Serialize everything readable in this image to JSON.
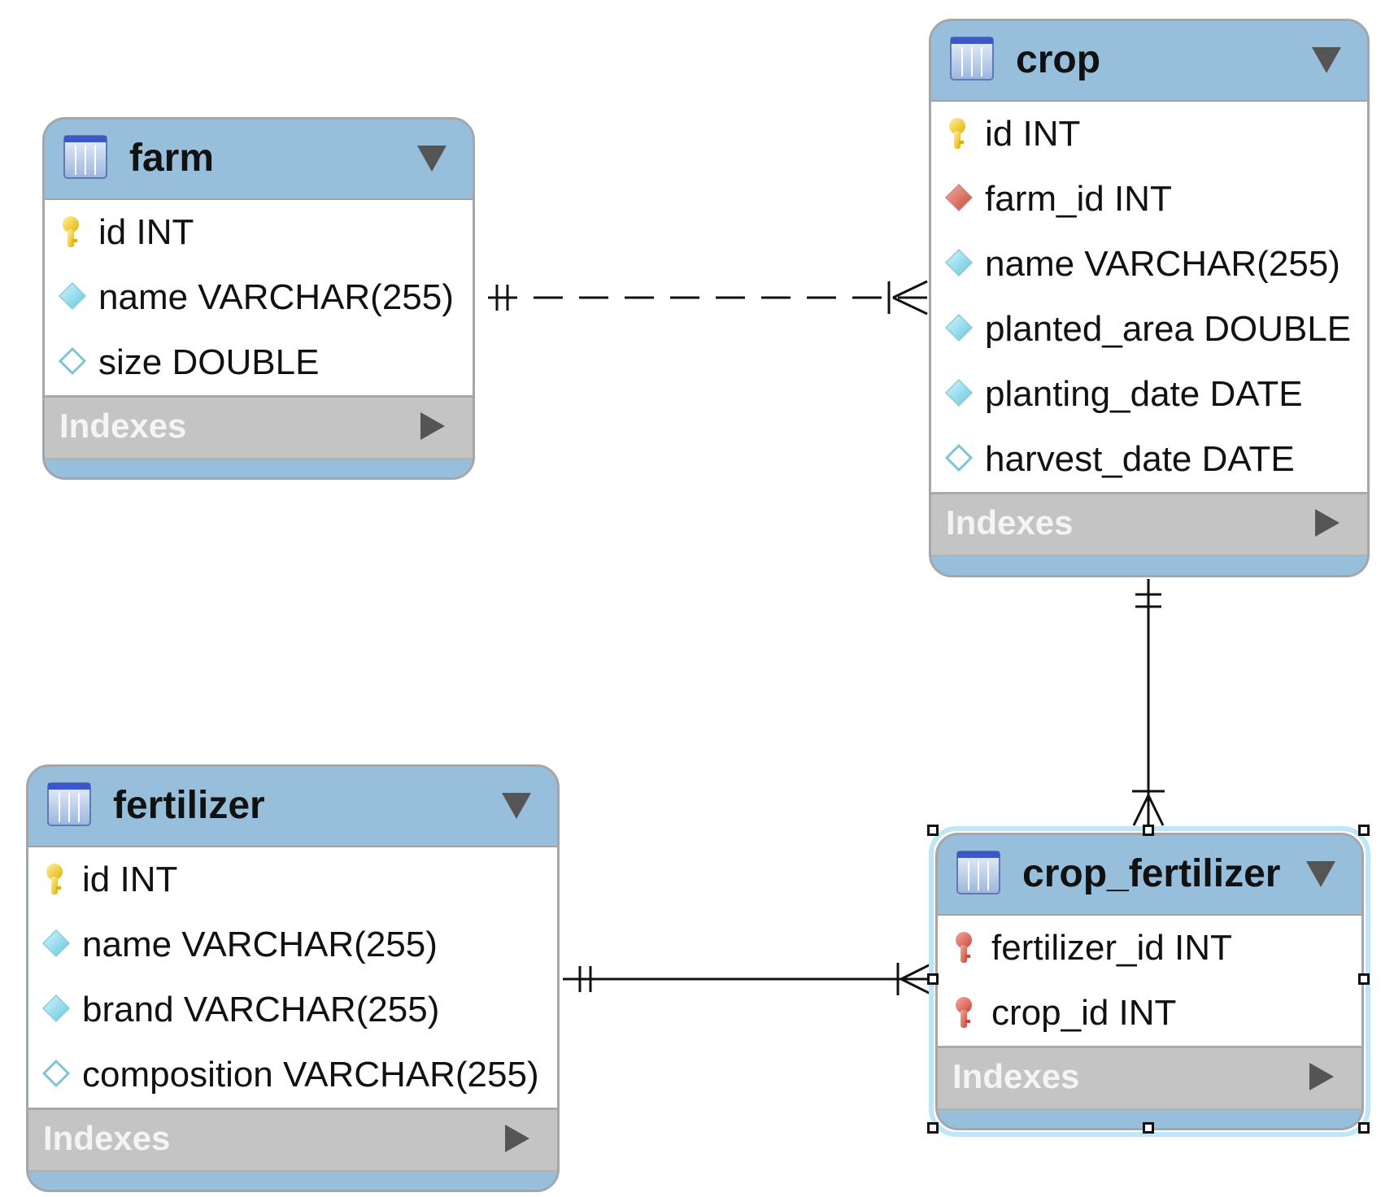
{
  "tables": {
    "farm": {
      "name": "farm",
      "columns": [
        {
          "text": "id INT",
          "icon": "primary-key-icon"
        },
        {
          "text": "name VARCHAR(255)",
          "icon": "not-null-column-icon"
        },
        {
          "text": "size DOUBLE",
          "icon": "nullable-column-icon"
        }
      ],
      "indexes_label": "Indexes"
    },
    "crop": {
      "name": "crop",
      "columns": [
        {
          "text": "id INT",
          "icon": "primary-key-icon"
        },
        {
          "text": "farm_id INT",
          "icon": "foreign-key-column-icon"
        },
        {
          "text": "name VARCHAR(255)",
          "icon": "not-null-column-icon"
        },
        {
          "text": "planted_area DOUBLE",
          "icon": "not-null-column-icon"
        },
        {
          "text": "planting_date DATE",
          "icon": "not-null-column-icon"
        },
        {
          "text": "harvest_date DATE",
          "icon": "nullable-column-icon"
        }
      ],
      "indexes_label": "Indexes"
    },
    "fertilizer": {
      "name": "fertilizer",
      "columns": [
        {
          "text": "id INT",
          "icon": "primary-key-icon"
        },
        {
          "text": "name VARCHAR(255)",
          "icon": "not-null-column-icon"
        },
        {
          "text": "brand VARCHAR(255)",
          "icon": "not-null-column-icon"
        },
        {
          "text": "composition VARCHAR(255)",
          "icon": "nullable-column-icon"
        }
      ],
      "indexes_label": "Indexes"
    },
    "crop_fertilizer": {
      "name": "crop_fertilizer",
      "columns": [
        {
          "text": "fertilizer_id INT",
          "icon": "foreign-primary-key-icon"
        },
        {
          "text": "crop_id INT",
          "icon": "foreign-primary-key-icon"
        }
      ],
      "indexes_label": "Indexes",
      "selected": true
    }
  },
  "relationships": [
    {
      "from": "farm",
      "to": "crop",
      "from_cardinality": "one-and-only-one",
      "to_cardinality": "one-or-many",
      "style": "dashed"
    },
    {
      "from": "crop",
      "to": "crop_fertilizer",
      "from_cardinality": "one-and-only-one",
      "to_cardinality": "one-or-many",
      "style": "solid"
    },
    {
      "from": "fertilizer",
      "to": "crop_fertilizer",
      "from_cardinality": "one-and-only-one",
      "to_cardinality": "one-or-many",
      "style": "solid"
    }
  ],
  "colors": {
    "header": "#97bfdb",
    "indexes_bar": "#c4c4c4",
    "selection_glow": "#bde6f6",
    "primary_key": "#f2c40f",
    "foreign_key": "#d9695c",
    "column_diamond": "#7fd3e6"
  }
}
